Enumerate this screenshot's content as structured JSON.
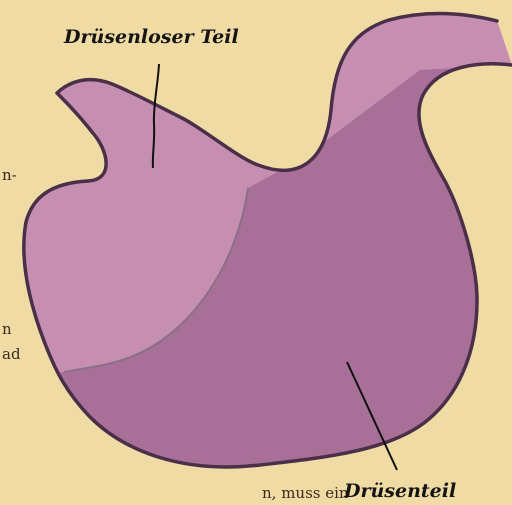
{
  "background_text": {
    "line1": "n-",
    "line2": "n",
    "line3": "ad",
    "line4": "n, muss ein"
  },
  "labels": {
    "top": "Drüsenloser Teil",
    "bottom": "Drüsenteil"
  },
  "colors": {
    "background": "#f0dba5",
    "glandless_region": "#c68fb2",
    "glandular_region": "#a86f98",
    "outline": "#4a2f49",
    "boundary": "#8a6f88",
    "leader_line": "#111111"
  }
}
